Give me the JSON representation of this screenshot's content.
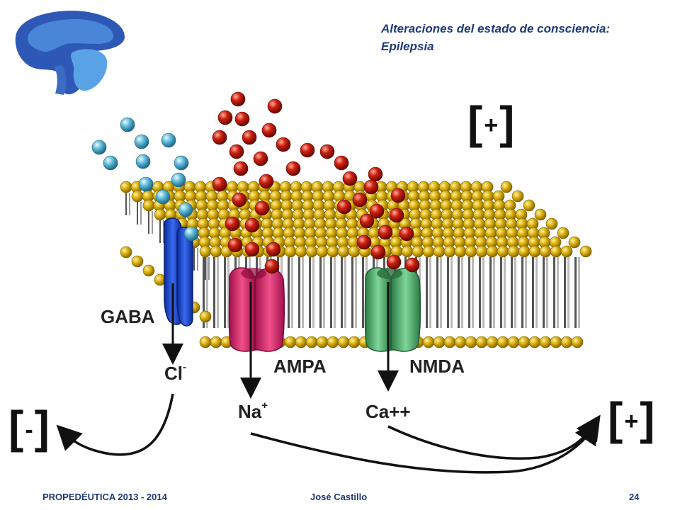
{
  "header": {
    "title_line1": "Alteraciones del estado de consciencia:",
    "title_line2": "Epilepsia",
    "logo_icon": "brain-logo-icon"
  },
  "diagram": {
    "receptors": {
      "gaba": "GABA",
      "ampa": "AMPA",
      "nmda": "NMDA"
    },
    "ions": {
      "cl": "Cl",
      "cl_charge": "-",
      "na": "Na",
      "na_charge": "+",
      "ca": "Ca++"
    },
    "concentrations": {
      "top_open": "[",
      "top_sign": "+",
      "top_close": "]",
      "right_open": "[",
      "right_sign": "+",
      "right_close": "]",
      "left_open": "[",
      "left_sign": "-",
      "left_close": "]"
    },
    "colors": {
      "lipid_head": "#d4a800",
      "blue_ion": "#5bb6d6",
      "red_ion": "#c8190d",
      "gaba_channel": "#1d49d8",
      "ampa_channel": "#e2256f",
      "nmda_channel": "#4db06e"
    }
  },
  "footer": {
    "course": "PROPEDÉUTICA 2013 - 2014",
    "author": "José Castillo",
    "page": "24"
  }
}
